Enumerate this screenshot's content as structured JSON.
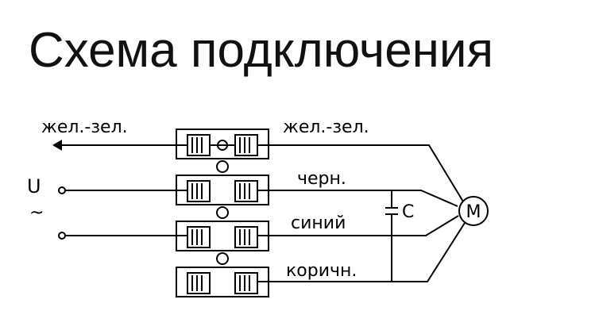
{
  "title": "Схема подключения",
  "labels": {
    "ground_left": "жел.-зел.",
    "ground_right": "жел.-зел.",
    "voltage": "U",
    "ac_symbol": "~",
    "black": "черн.",
    "blue": "синий",
    "brown": "коричн.",
    "capacitor": "C",
    "motor": "M"
  }
}
